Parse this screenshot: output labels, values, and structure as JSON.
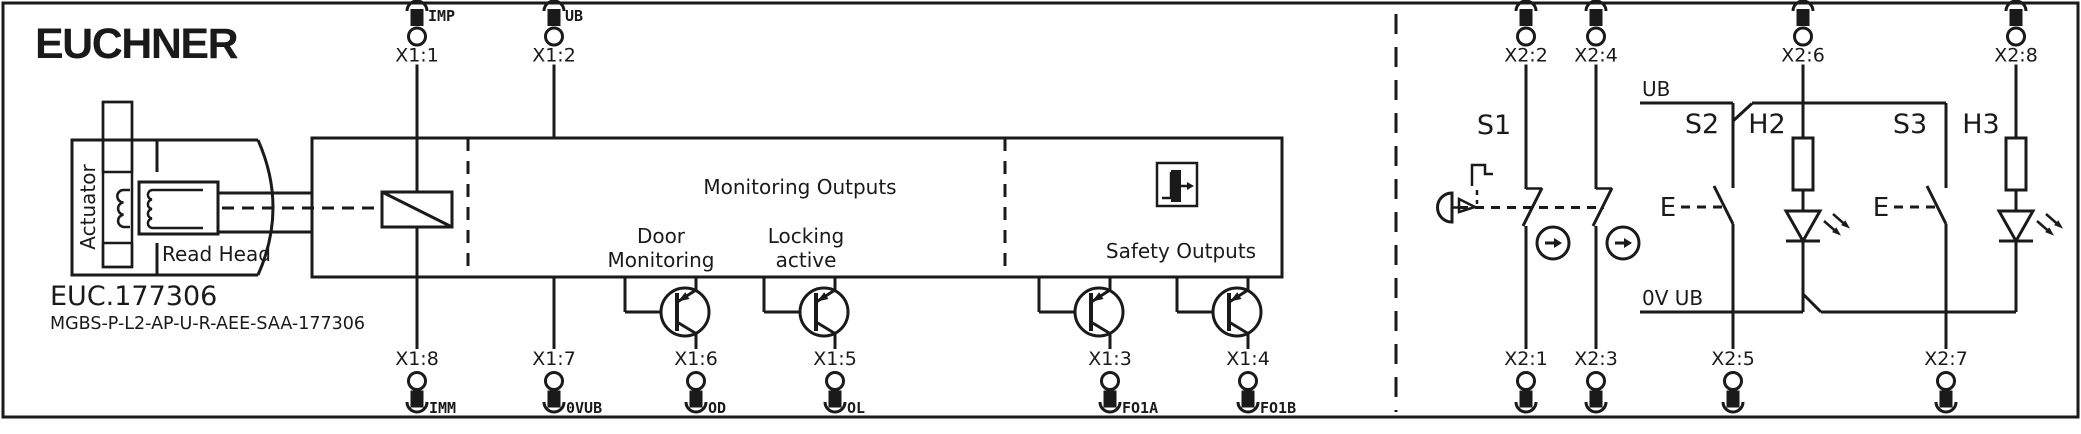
{
  "colors": {
    "ink": "#1a1a1a",
    "background": "#ffffff"
  },
  "brand": {
    "logo": "EUCHNER"
  },
  "device": {
    "order_code": "EUC.177306",
    "model": "MGBS-P-L2-AP-U-R-AEE-SAA-177306",
    "actuator": "Actuator",
    "read_head": "Read Head"
  },
  "module": {
    "monitoring_outputs": "Monitoring Outputs",
    "door_monitoring": [
      "Door",
      "Monitoring"
    ],
    "locking_active": [
      "Locking",
      "active"
    ],
    "safety_outputs": "Safety Outputs"
  },
  "x1": {
    "top": [
      {
        "id": "X1:1",
        "signal": "IMP"
      },
      {
        "id": "X1:2",
        "signal": "UB"
      }
    ],
    "bottom": [
      {
        "id": "X1:8",
        "signal": "IMM"
      },
      {
        "id": "X1:7",
        "signal": "0VUB"
      },
      {
        "id": "X1:6",
        "signal": "OD"
      },
      {
        "id": "X1:5",
        "signal": "OL"
      },
      {
        "id": "X1:3",
        "signal": "FO1A"
      },
      {
        "id": "X1:4",
        "signal": "FO1B"
      }
    ]
  },
  "x2": {
    "top": [
      "X2:2",
      "X2:4",
      "X2:6",
      "X2:8"
    ],
    "bottom": [
      "X2:1",
      "X2:3",
      "X2:5",
      "X2:7"
    ]
  },
  "external_circuit": {
    "switches": {
      "s1": "S1",
      "s2": "S2",
      "s3": "S3"
    },
    "lamps": {
      "h2": "H2",
      "h3": "H3"
    },
    "rails": {
      "ub": "UB",
      "zero_v_ub": "0V UB"
    },
    "manual_actuation": {
      "s2": "E",
      "s3": "E"
    }
  }
}
